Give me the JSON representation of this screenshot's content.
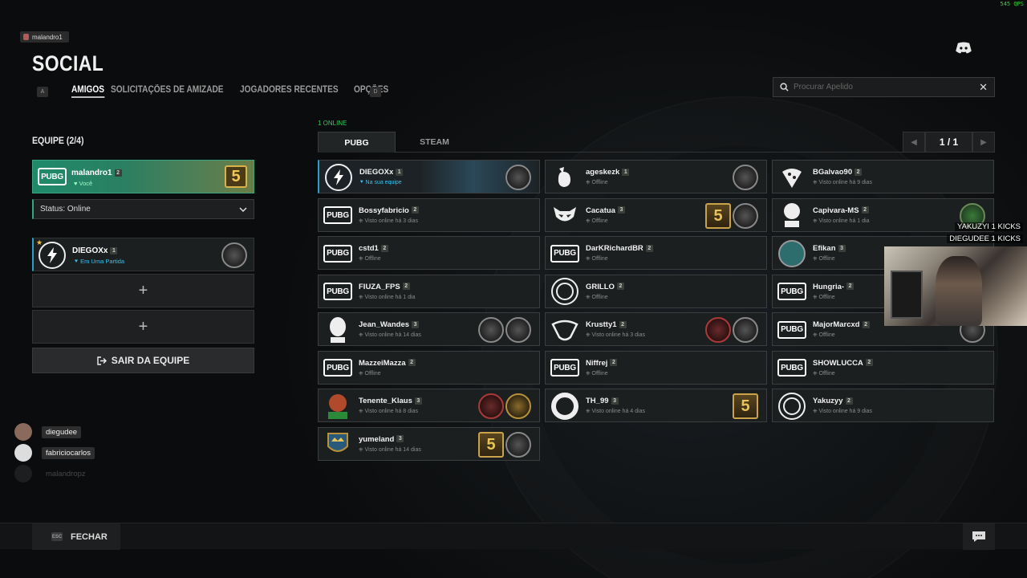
{
  "fps": "545 QPS",
  "user_chip": "malandro1",
  "title": "SOCIAL",
  "nav": {
    "key_left": "A",
    "key_right": "D",
    "tabs": [
      "AMIGOS",
      "SOLICITAÇÕES DE AMIZADE",
      "JOGADORES RECENTES",
      "OPÇÕES"
    ]
  },
  "search": {
    "placeholder": "Procurar Apelido",
    "clear": "✕"
  },
  "team": {
    "heading": "EQUIPE (2/4)",
    "me": {
      "name": "malandro1",
      "level": "2",
      "sub": "♥ Você",
      "logo": "PUBG"
    },
    "status": "Status: Online",
    "member": {
      "name": "DIEGOXx",
      "level": "1",
      "sub": "⯆ Em Uma Partida"
    },
    "leave_label": "SAIR DA EQUIPE"
  },
  "friends_panel": {
    "online_count": "1 ONLINE",
    "tabs": [
      "PUBG",
      "STEAM"
    ],
    "page": "1 / 1",
    "friends": [
      {
        "name": "DIEGOXx",
        "level": "1",
        "status": "Na sua equipe",
        "avatar": "lightning-icon",
        "emblems": [
          "spade"
        ]
      },
      {
        "name": "ageskezk",
        "level": "1",
        "status": "Offline",
        "avatar": "rooster-icon",
        "emblems": [
          "skull"
        ]
      },
      {
        "name": "BGalvao90",
        "level": "2",
        "status": "Visto online há 9 dias",
        "avatar": "pizza-icon",
        "emblems": []
      },
      {
        "name": "Bossyfabricio",
        "level": "2",
        "status": "Visto online há 3 dias",
        "avatar": "pubg",
        "emblems": []
      },
      {
        "name": "Cacatua",
        "level": "3",
        "status": "Offline",
        "avatar": "raccoon-icon",
        "emblems": [
          "five",
          "medal"
        ]
      },
      {
        "name": "Capivara-MS",
        "level": "2",
        "status": "Visto online há 1 dia",
        "avatar": "mito-icon",
        "emblems": [
          "green"
        ]
      },
      {
        "name": "cstd1",
        "level": "2",
        "status": "Offline",
        "avatar": "pubg",
        "emblems": []
      },
      {
        "name": "DarKRichardBR",
        "level": "2",
        "status": "Offline",
        "avatar": "pubg",
        "emblems": []
      },
      {
        "name": "Efikan",
        "level": "3",
        "status": "Offline",
        "avatar": "eye-icon",
        "emblems": []
      },
      {
        "name": "FIUZA_FPS",
        "level": "2",
        "status": "Visto online há 1 dia",
        "avatar": "pubg",
        "emblems": []
      },
      {
        "name": "GRILLO",
        "level": "2",
        "status": "Offline",
        "avatar": "crosshair-icon",
        "emblems": []
      },
      {
        "name": "Hungria-",
        "level": "2",
        "status": "Offline",
        "avatar": "pubg",
        "emblems": []
      },
      {
        "name": "Jean_Wandes",
        "level": "3",
        "status": "Visto online há 14 dias",
        "avatar": "mask-icon",
        "emblems": [
          "medal",
          "medal"
        ]
      },
      {
        "name": "Krustty1",
        "level": "2",
        "status": "Visto online há 3 dias",
        "avatar": "snake-icon",
        "emblems": [
          "red",
          "spade"
        ]
      },
      {
        "name": "MajorMarcxd",
        "level": "2",
        "status": "Offline",
        "avatar": "pubg",
        "emblems": [
          "medal"
        ]
      },
      {
        "name": "MazzeiMazza",
        "level": "2",
        "status": "Offline",
        "avatar": "pubg",
        "emblems": []
      },
      {
        "name": "Niffrej",
        "level": "2",
        "status": "Offline",
        "avatar": "pubg",
        "emblems": []
      },
      {
        "name": "SHOWLUCCA",
        "level": "2",
        "status": "Offline",
        "avatar": "pubg",
        "emblems": []
      },
      {
        "name": "Tenente_Klaus",
        "level": "3",
        "status": "Visto online há 8 dias",
        "avatar": "asl-icon",
        "emblems": [
          "red",
          "gold"
        ]
      },
      {
        "name": "TH_99",
        "level": "3",
        "status": "Visto online há 4 dias",
        "avatar": "donut-icon",
        "emblems": [
          "five"
        ]
      },
      {
        "name": "Yakuzyy",
        "level": "2",
        "status": "Visto online há 9 dias",
        "avatar": "crosshair-icon",
        "emblems": []
      },
      {
        "name": "yumeland",
        "level": "3",
        "status": "Visto online há 14 dias",
        "avatar": "crown-icon",
        "emblems": [
          "five",
          "medal"
        ]
      }
    ]
  },
  "kicks": [
    "YAKUZYI  1 KICKS",
    "DIEGUDEE  1 KICKS"
  ],
  "recent_players": [
    "diegudee",
    "fabriciocarlos",
    "malandropz"
  ],
  "footer": {
    "key": "ESC",
    "close_label": "FECHAR"
  },
  "colors": {
    "accent_green": "#2ea87e",
    "online_blue": "#36c2f0",
    "online_text": "#35c560"
  }
}
